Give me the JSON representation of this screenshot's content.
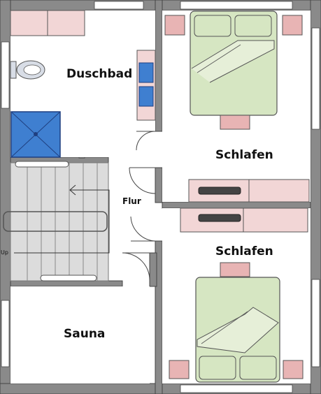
{
  "rooms": {
    "bathroom": "Duschbad",
    "bedroom_upper": "Schlafen",
    "hallway": "Flur",
    "bedroom_lower": "Schlafen",
    "sauna": "Sauna"
  },
  "stairs": {
    "direction_label": "Up"
  },
  "colors": {
    "wall": "#8a8a8a",
    "bed": "#d6e6c2",
    "furniture": "#f2d6d6",
    "nightstand": "#e8b4b4",
    "shower": "#3f7fd0",
    "sink": "#3f7fd0"
  }
}
